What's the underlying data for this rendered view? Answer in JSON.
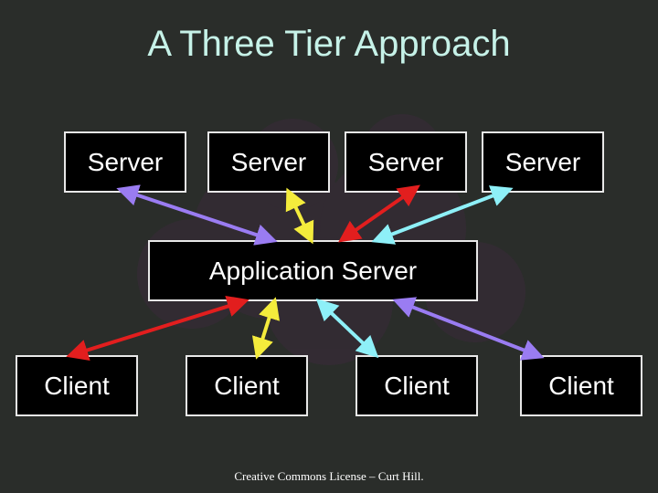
{
  "title": "A Three Tier Approach",
  "servers": [
    "Server",
    "Server",
    "Server",
    "Server"
  ],
  "app_server": "Application Server",
  "clients": [
    "Client",
    "Client",
    "Client",
    "Client"
  ],
  "footer": "Creative Commons License – Curt Hill.",
  "colors": {
    "background": "#2a2d2a",
    "title": "#c6f2e8",
    "arrow_purple": "#9a7cf2",
    "arrow_yellow": "#f4ec3c",
    "arrow_red": "#e21e1e",
    "arrow_cyan": "#8ef0f8"
  }
}
